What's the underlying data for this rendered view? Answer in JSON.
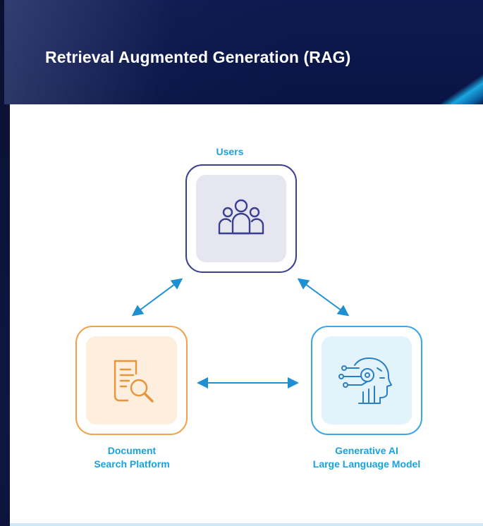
{
  "header": {
    "title": "Retrieval Augmented Generation (RAG)"
  },
  "diagram": {
    "nodes": {
      "users": {
        "label": "Users",
        "icon": "users-group-icon",
        "border_color": "#3b3f8f",
        "fill_color": "#e6e6f1",
        "label_color": "#1ba1e0"
      },
      "document_search": {
        "label_line1": "Document",
        "label_line2": "Search Platform",
        "icon": "document-search-icon",
        "border_color": "#f2a24a",
        "fill_color": "#fdeedd",
        "label_color": "#1ba1e0"
      },
      "llm": {
        "label_line1": "Generative AI",
        "label_line2": "Large Language Model",
        "icon": "ai-head-circuit-icon",
        "border_color": "#3ba7e6",
        "fill_color": "#e3f3fc",
        "label_color": "#1ba1e0"
      }
    },
    "connections": [
      {
        "from": "users",
        "to": "document_search",
        "bidirectional": true
      },
      {
        "from": "users",
        "to": "llm",
        "bidirectional": true
      },
      {
        "from": "document_search",
        "to": "llm",
        "bidirectional": true
      }
    ],
    "arrow_color": "#1f8fd4"
  }
}
